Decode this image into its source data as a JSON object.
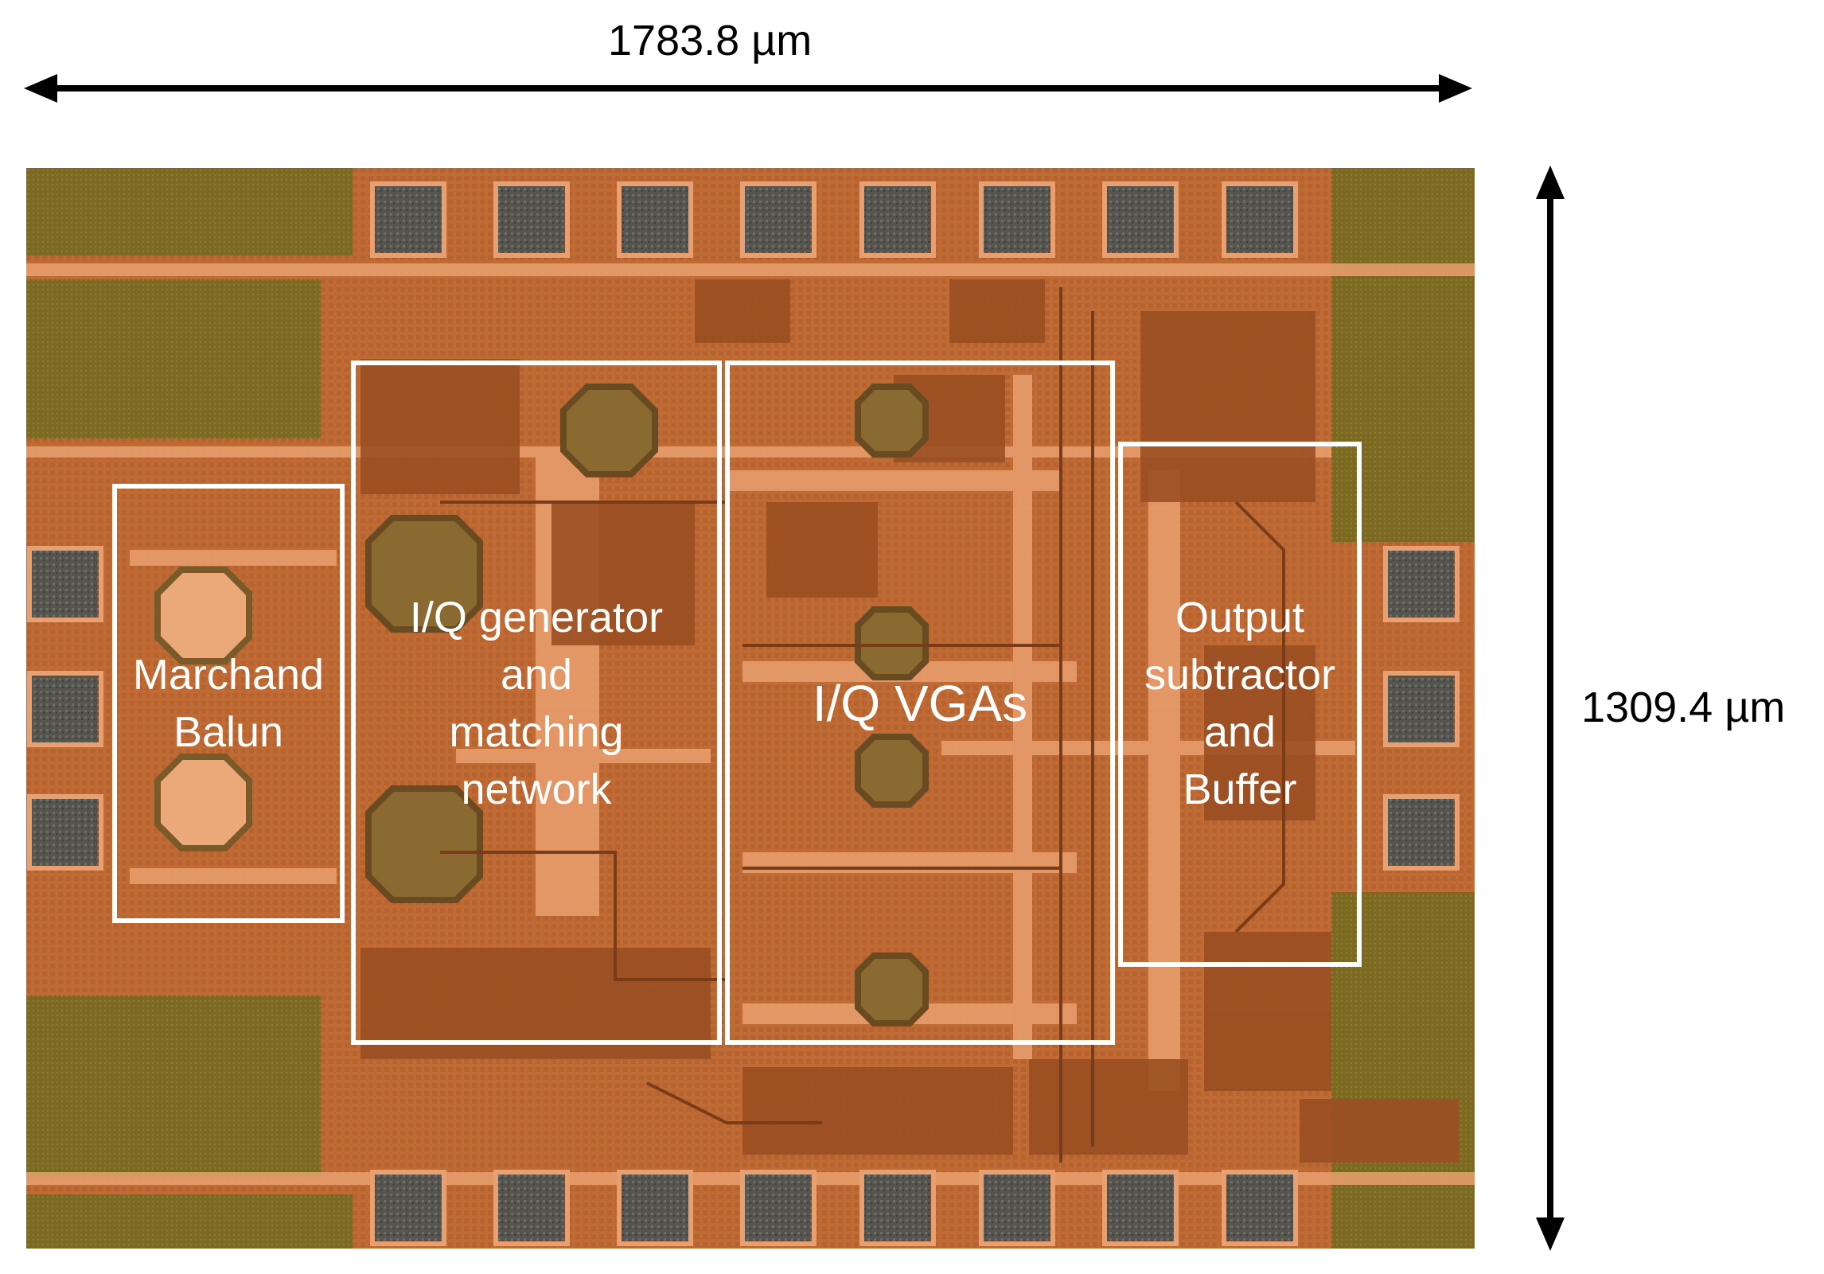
{
  "dimensions": {
    "width": "1783.8 µm",
    "height": "1309.4 µm"
  },
  "blocks": {
    "balun": "Marchand\nBalun",
    "iq_generator": "I/Q generator\nand\nmatching\nnetwork",
    "vgas": "I/Q VGAs",
    "output": "Output\nsubtractor\nand\nBuffer"
  },
  "colors": {
    "chip_copper": "#c8703a",
    "metal_dark": "#9a4f22",
    "metal_light": "#eaa070",
    "ground_plane": "#7c6a22",
    "pad": "#5a5a55",
    "outline": "#ffffff"
  }
}
